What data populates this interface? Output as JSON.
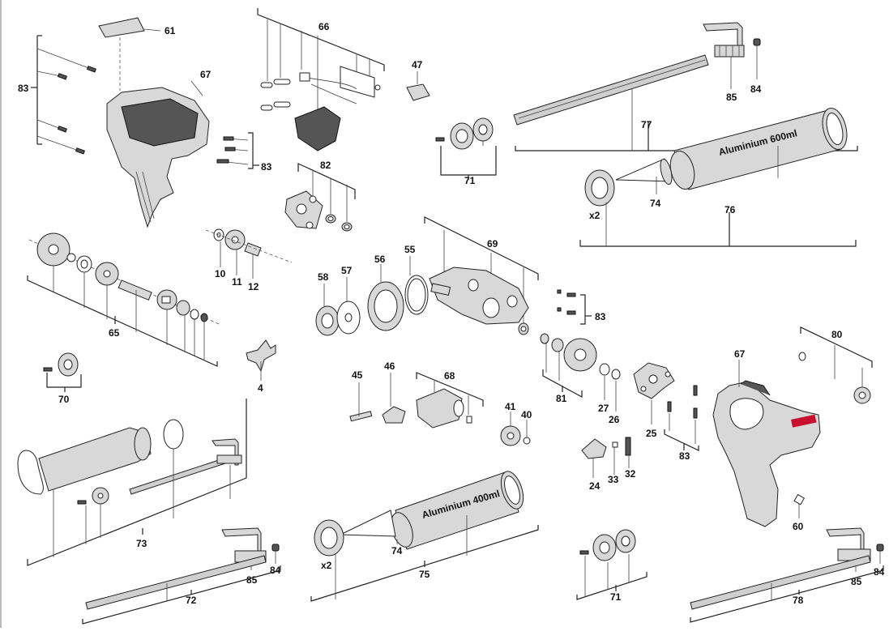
{
  "callouts": {
    "c61": "61",
    "c66": "66",
    "c47": "47",
    "c83a": "83",
    "c67a": "67",
    "c83b": "83",
    "c82": "82",
    "c71a": "71",
    "c77": "77",
    "c85a": "85",
    "c84a": "84",
    "c74a": "74",
    "c76": "76",
    "x2a": "x2",
    "c10": "10",
    "c11": "11",
    "c12": "12",
    "c65": "65",
    "c4": "4",
    "c70": "70",
    "c58": "58",
    "c57": "57",
    "c56": "56",
    "c55": "55",
    "c69": "69",
    "c83c": "83",
    "c80": "80",
    "c67b": "67",
    "c45": "45",
    "c46": "46",
    "c68": "68",
    "c41": "41",
    "c40": "40",
    "c81": "81",
    "c27": "27",
    "c26": "26",
    "c25": "25",
    "c83d": "83",
    "c24": "24",
    "c33": "33",
    "c32": "32",
    "c60": "60",
    "c73": "73",
    "c85b": "85",
    "c84b": "84",
    "c72": "72",
    "c74b": "74",
    "x2b": "x2",
    "c75": "75",
    "c71b": "71",
    "c85c": "85",
    "c84c": "84",
    "c78": "78"
  },
  "tube_labels": {
    "large": "Aluminium 600ml",
    "small": "Aluminium 400ml"
  },
  "colors": {
    "line": "#222222",
    "part_fill": "#d8d8d8",
    "dark_fill": "#555555",
    "brand_red": "#c8102e"
  }
}
